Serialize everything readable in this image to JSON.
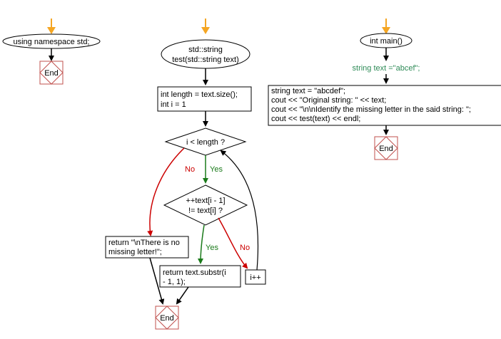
{
  "colors": {
    "stroke": "#000000",
    "yes": "#1a7a1a",
    "no": "#cc0000",
    "end_border": "#c0504d",
    "entry_arrow": "#f5a623",
    "decl_text": "#2e8b57"
  },
  "flow1": {
    "start_label": "using namespace std;",
    "end_label": "End"
  },
  "flow2": {
    "func_line1": "std::string",
    "func_line2": "test(std::string text)",
    "init_line1": "int length = text.size();",
    "init_line2": "int i = 1",
    "cond1": "i < length ?",
    "cond2_line1": "++text[i - 1]",
    "cond2_line2": "!= text[i] ?",
    "yes1": "Yes",
    "no1": "No",
    "yes2": "Yes",
    "no2": "No",
    "ret_missing_line1": "return \"\\nThere is no",
    "ret_missing_line2": "missing letter!\";",
    "ret_sub_line1": "return text.substr(i",
    "ret_sub_line2": "- 1, 1);",
    "inc": "i++",
    "end_label": "End"
  },
  "flow3": {
    "start_label": "int main()",
    "decl": "string text =\"abcef\";",
    "code_line1": "string text = \"abcdef\";",
    "code_line2": "cout << \"Original string: \" << text;",
    "code_line3": "cout << \"\\n\\nIdentify the missing letter in the said string: \";",
    "code_line4": "cout << test(text) << endl;",
    "end_label": "End"
  }
}
